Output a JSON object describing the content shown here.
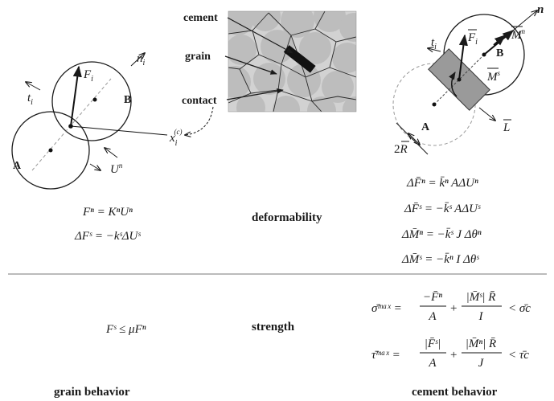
{
  "micro_panel": {
    "labels": {
      "cement": "cement",
      "grain": "grain",
      "contact": "contact"
    }
  },
  "grain_diagram": {
    "ball_a": "A",
    "ball_b": "B",
    "force": "F",
    "force_sub": "i",
    "normal": "n",
    "normal_sub": "i",
    "tangent": "t",
    "tangent_sub": "i",
    "contact_point": "x",
    "contact_point_sub": "i",
    "contact_point_sup": "(c)",
    "disp": "U",
    "disp_sup": "n"
  },
  "cement_diagram": {
    "ball_a": "A",
    "ball_b": "B",
    "normal": "n",
    "tangent": "t",
    "tangent_sub": "i",
    "force": "F",
    "force_sub": "i",
    "moment_n": "M",
    "moment_n_sup": "n",
    "moment_s": "M",
    "moment_s_sup": "s",
    "length": "L",
    "radius_coef": "2",
    "radius": "R"
  },
  "grain_equations": {
    "eq1": "Fⁿ = KⁿUⁿ",
    "eq2": "ΔFˢ = −kˢΔUˢ",
    "strength": "Fˢ ≤ μFⁿ"
  },
  "cement_equations": {
    "eq1": "ΔF̄ⁿ = k̄ⁿ AΔUⁿ",
    "eq2": "ΔF̄ˢ = −k̄ˢ AΔUˢ",
    "eq3": "ΔM̄ⁿ = −k̄ˢ J Δθⁿ",
    "eq4": "ΔM̄ˢ = −k̄ⁿ I Δθˢ",
    "sigma_lhs": "σ̄ᵐᵃˣ =",
    "sigma_num1": "−F̄ⁿ",
    "sigma_den1": "A",
    "sigma_num2": "|M̄ˢ| R̄",
    "sigma_den2": "I",
    "sigma_rhs": "< σ̄c",
    "tau_lhs": "τ̄ᵐᵃˣ =",
    "tau_num1": "|F̄ˢ|",
    "tau_den1": "A",
    "tau_num2": "|M̄ⁿ| R̄",
    "tau_den2": "J",
    "tau_rhs": "< τ̄c"
  },
  "rows": {
    "deformability": "deformability",
    "strength": "strength"
  },
  "footer": {
    "grain_behavior": "grain behavior",
    "cement_behavior": "cement  behavior"
  }
}
